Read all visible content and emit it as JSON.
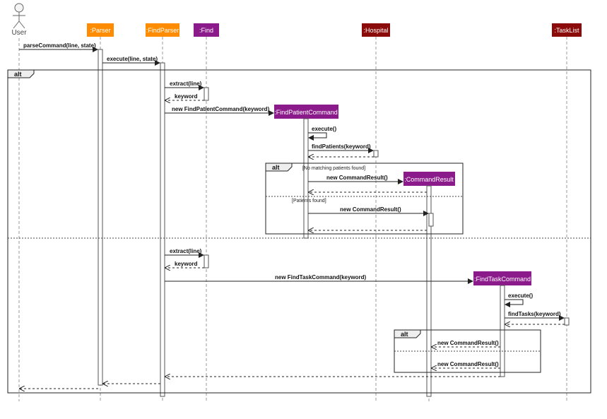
{
  "participants": [
    {
      "id": "user",
      "label": "User",
      "kind": "actor"
    },
    {
      "id": "parser",
      "label": ":Parser",
      "color": "#ff8c00"
    },
    {
      "id": "findparser",
      "label": ":FindParser",
      "color": "#ff8c00"
    },
    {
      "id": "find",
      "label": ":Find",
      "color": "#8b1a8b"
    },
    {
      "id": "hospital",
      "label": ":Hospital",
      "color": "#8b0a0a"
    },
    {
      "id": "tasklist",
      "label": ":TaskList",
      "color": "#8b0a0a"
    },
    {
      "id": "findpatientcommand",
      "label": ":FindPatientCommand",
      "color": "#8b1a8b"
    },
    {
      "id": "commandresult",
      "label": ":CommandResult",
      "color": "#8b1a8b"
    },
    {
      "id": "findtaskcommand",
      "label": ":FindTaskCommand",
      "color": "#8b1a8b"
    }
  ],
  "messages": {
    "m1": "parseCommand(line, state)",
    "m2": "execute(line, state)",
    "m3": "extract(line)",
    "m4": "keyword",
    "m5": "new FindPatientCommand(keyword)",
    "m6": "execute()",
    "m7": "findPatients(keyword)",
    "m8": "new CommandResult()",
    "m9": "new CommandResult()",
    "m10": "extract(line)",
    "m11": "keyword",
    "m12": "new FindTaskCommand(keyword)",
    "m13": "execute()",
    "m14": "findTasks(keyword)",
    "m15": "new CommandResult()",
    "m16": "new CommandResult()"
  },
  "fragments": {
    "outer": "alt",
    "inner1": "alt",
    "inner1_guard1": "[No matching patients found]",
    "inner1_guard2": "[Patients found]",
    "inner2": "alt"
  }
}
